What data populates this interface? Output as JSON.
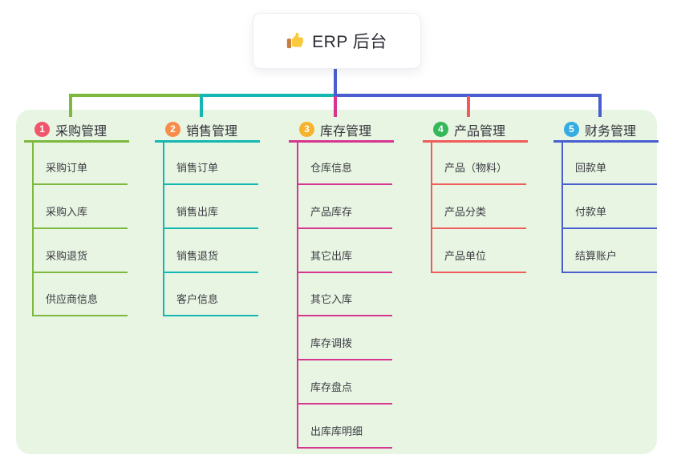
{
  "root": {
    "label": "ERP 后台",
    "icon": "thumbs-up",
    "stem_color": "#4a5ed0",
    "card_bg": "#ffffff"
  },
  "panel": {
    "bg": "#e8f5e3"
  },
  "branches": [
    {
      "number": "1",
      "title": "采购管理",
      "badge_color": "#f0566b",
      "line_color": "#7cb93e",
      "children": [
        "采购订单",
        "采购入库",
        "采购退货",
        "供应商信息"
      ]
    },
    {
      "number": "2",
      "title": "销售管理",
      "badge_color": "#f78c4b",
      "line_color": "#15b7b2",
      "children": [
        "销售订单",
        "销售出库",
        "销售退货",
        "客户信息"
      ]
    },
    {
      "number": "3",
      "title": "库存管理",
      "badge_color": "#f7b32b",
      "line_color": "#d6368f",
      "children": [
        "仓库信息",
        "产品库存",
        "其它出库",
        "其它入库",
        "库存调拨",
        "库存盘点",
        "出库库明细"
      ]
    },
    {
      "number": "4",
      "title": "产品管理",
      "badge_color": "#34b85a",
      "line_color": "#f05c5c",
      "children": [
        "产品（物料）",
        "产品分类",
        "产品单位"
      ]
    },
    {
      "number": "5",
      "title": "财务管理",
      "badge_color": "#32ace2",
      "line_color": "#4a5ed0",
      "children": [
        "回款单",
        "付款单",
        "结算账户"
      ]
    }
  ]
}
